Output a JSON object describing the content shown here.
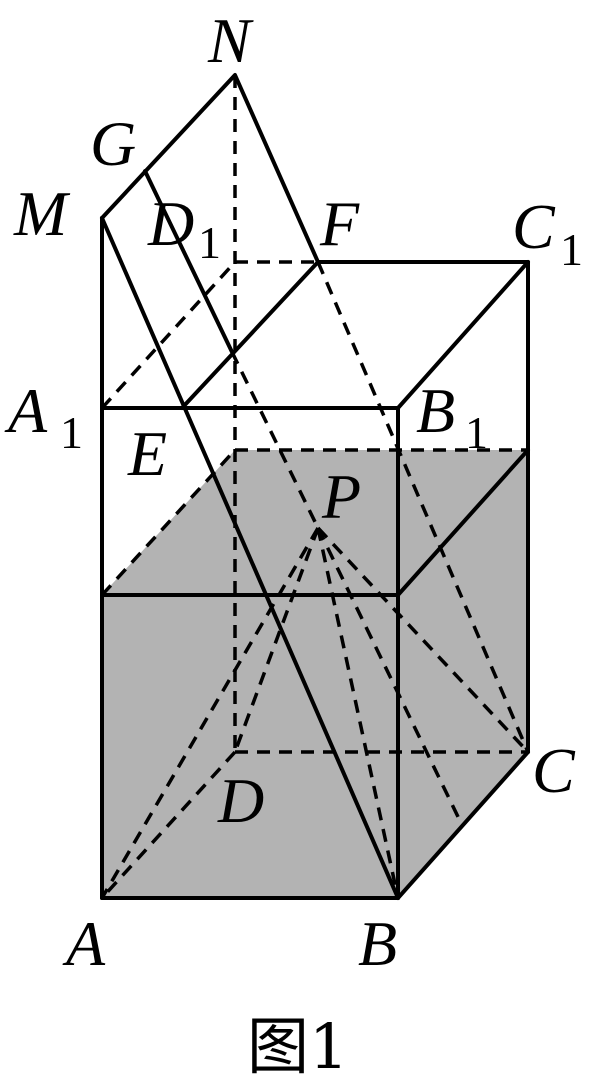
{
  "figure": {
    "caption": "图1",
    "shade_color": "#b3b3b3",
    "line_color": "#000000",
    "labels": {
      "N": "N",
      "G": "G",
      "M": "M",
      "D1": "D",
      "D1_sub": "1",
      "F": "F",
      "C1": "C",
      "C1_sub": "1",
      "A1": "A",
      "A1_sub": "1",
      "B1": "B",
      "B1_sub": "1",
      "E": "E",
      "P": "P",
      "C": "C",
      "D": "D",
      "A": "A",
      "B": "B"
    }
  }
}
